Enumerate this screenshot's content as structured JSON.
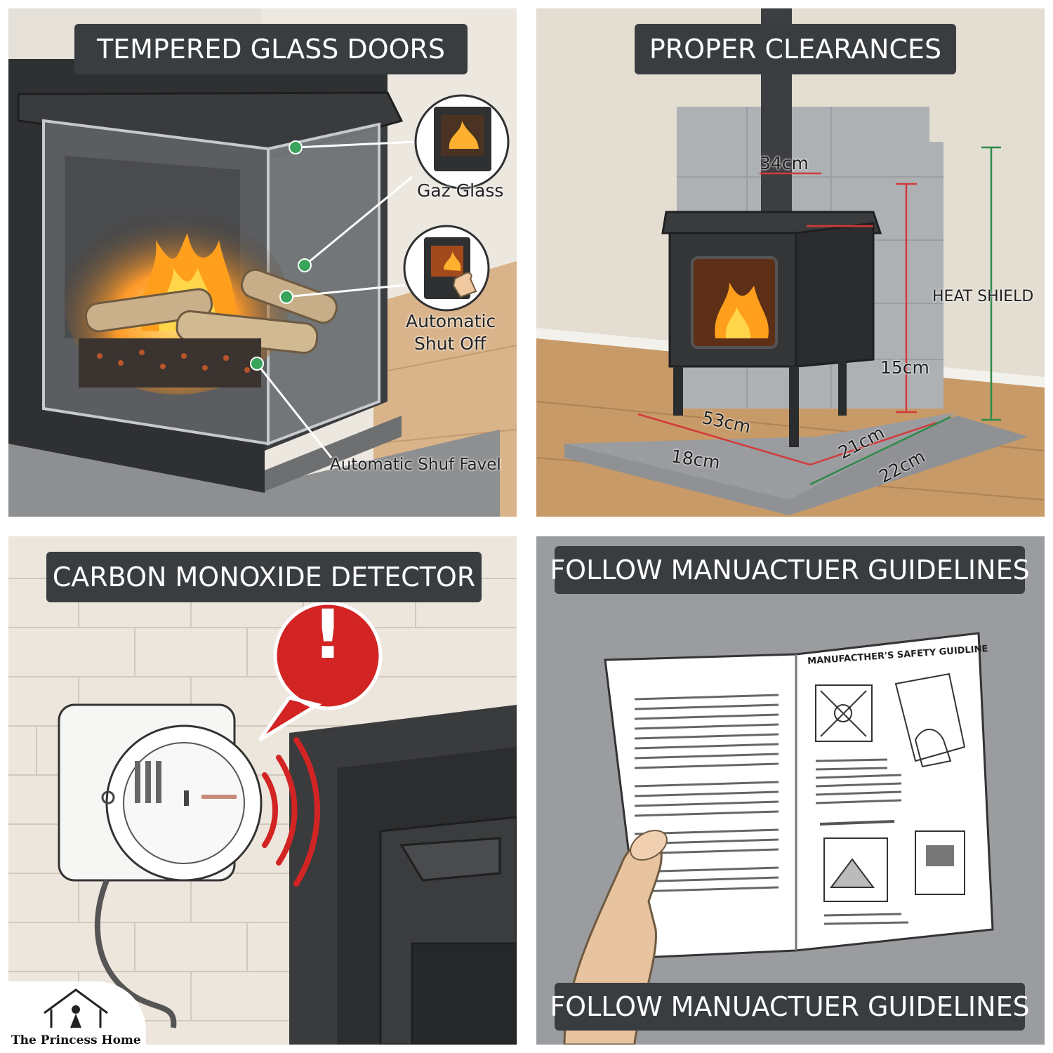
{
  "panels": {
    "glass": {
      "title": "TEMPERED GLASS DOORS",
      "callouts": {
        "gaz_glass": "Gaz Glass",
        "auto_shut_off_1": "Automatic",
        "auto_shut_off_2": "Shut Off",
        "auto_shuf_favel": "Automatic Shuf Favel"
      }
    },
    "clearances": {
      "title": "PROPER CLEARANCES",
      "dimensions": {
        "top": "34cm",
        "right_height": "15cm",
        "front_width": "53cm",
        "front_left": "18cm",
        "side_depth": "21cm",
        "side_outer": "22cm"
      },
      "heat_shield": "HEAT SHIELD"
    },
    "co": {
      "title": "CARBON MONOXIDE DETECTOR",
      "alert_glyph": "!"
    },
    "manual": {
      "title": "FOLLOW MANUACTUER GUIDELINES",
      "title_bottom": "FOLLOW MANUACTUER GUIDELINES",
      "book_heading": "MANUFACTHER'S SAFETY GUIDLINE"
    }
  },
  "brand": {
    "logo_text": "The Princess Home"
  },
  "colors": {
    "title_bg": "#3a3d40",
    "callout_green": "#3aa55a",
    "alert_red": "#d32424",
    "dim_red": "#d33a3a",
    "dim_green": "#2e8a4a"
  }
}
